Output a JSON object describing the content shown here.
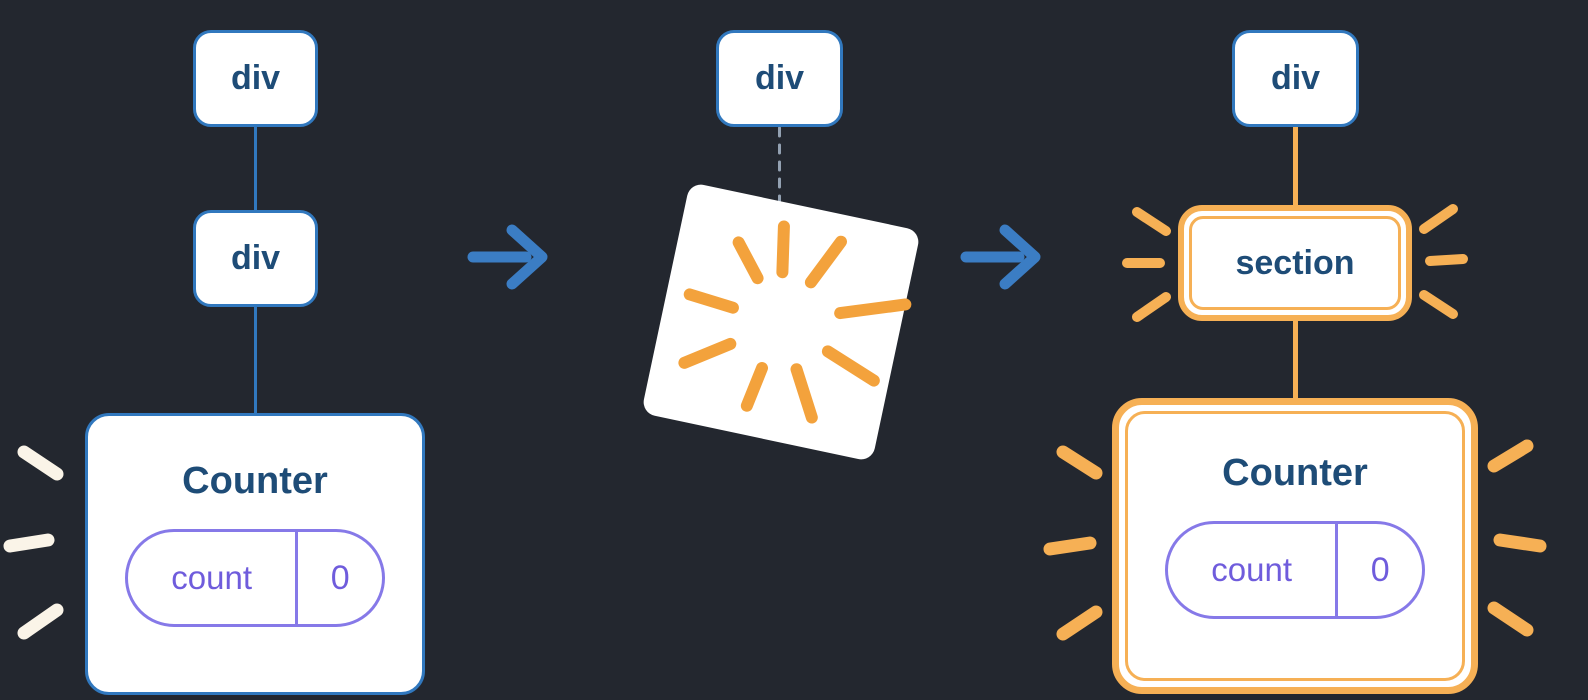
{
  "colors": {
    "background": "#23272f",
    "card_bg": "#FFFFFF",
    "node_border_blue": "#3178BE",
    "arrow_blue": "#3B7DC4",
    "label_navy": "#1E4C77",
    "state_purple": "#6F5CDC",
    "pill_border_purple": "#8679E8",
    "highlight_orange": "#F6B055",
    "poof_ray_orange": "#F3A23C",
    "dashed_gray": "#93A1B2",
    "burst_white": "#FAF4E8"
  },
  "icons": {
    "arrow_right": "→",
    "poof": "component-destroyed-burst",
    "burst_sparks": "emphasis-sparks"
  },
  "left": {
    "node1": {
      "label": "div"
    },
    "node2": {
      "label": "div"
    },
    "counter": {
      "title": "Counter",
      "state_key": "count",
      "state_value": "0"
    }
  },
  "middle": {
    "node": {
      "label": "div"
    }
  },
  "right": {
    "node": {
      "label": "div"
    },
    "section": {
      "label": "section"
    },
    "counter": {
      "title": "Counter",
      "state_key": "count",
      "state_value": "0"
    }
  }
}
